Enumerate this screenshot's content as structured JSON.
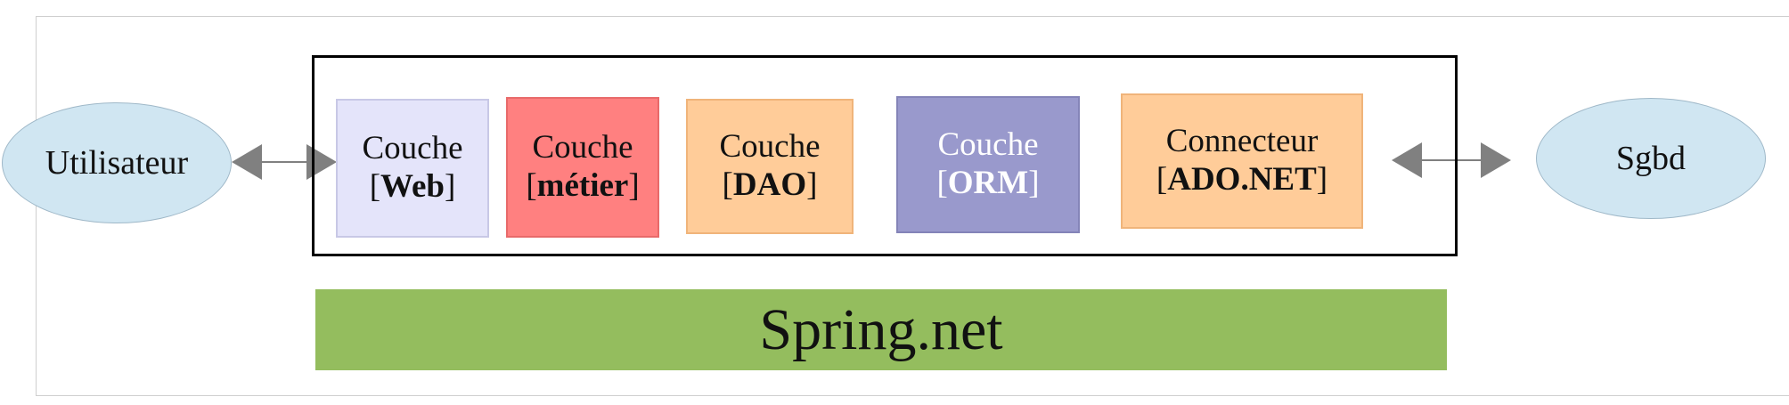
{
  "actors": {
    "user": "Utilisateur",
    "db": "Sgbd"
  },
  "layers": [
    {
      "line1": "Couche",
      "name": "Web"
    },
    {
      "line1": "Couche",
      "name": "métier"
    },
    {
      "line1": "Couche",
      "name": "DAO"
    },
    {
      "line1": "Couche",
      "name": "ORM"
    },
    {
      "line1": "Connecteur",
      "name": "ADO.NET"
    }
  ],
  "framework": "Spring.net",
  "colors": {
    "ellipse_fill": "#d0e6f2",
    "web": "#e4e4fa",
    "metier": "#ff8080",
    "dao": "#ffcc99",
    "orm": "#9999cc",
    "connecteur": "#ffcc99",
    "spring": "#94bd5e",
    "arrow": "#808080"
  }
}
